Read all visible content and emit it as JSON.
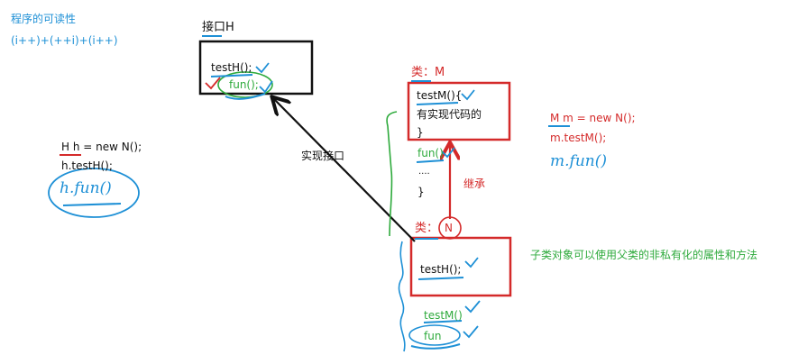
{
  "notes": {
    "readability_title": "程序的可读性",
    "readability_expr": "(i++)+(++i)+(i++)"
  },
  "interface_h": {
    "title": "接口H",
    "method_1": "testH();",
    "method_2": "fun();"
  },
  "class_m": {
    "title": "类：M",
    "method_1": "testM(){",
    "body_text": "有实现代码的",
    "close_brace": "}",
    "method_2": "fun()",
    "ellipsis": "....",
    "close_brace_2": "}"
  },
  "class_n": {
    "title": "类：",
    "circled_letter": "N",
    "method_1": "testH();",
    "inherited_1": "testM()",
    "inherited_2": "fun"
  },
  "labels": {
    "implements": "实现接口",
    "inherits": "继承",
    "subclass_note": "子类对象可以使用父类的非私有化的属性和方法"
  },
  "code_left": {
    "line_1": "H h = new N();",
    "line_2": "h.testH();",
    "handwritten": "h.fun()"
  },
  "code_right": {
    "line_1": "M m = new N();",
    "line_2": "m.testM();",
    "handwritten": "m.fun()"
  },
  "colors": {
    "blue": "#1e90d6",
    "green": "#2eaa3c",
    "red": "#d42a2a",
    "black": "#111111"
  }
}
